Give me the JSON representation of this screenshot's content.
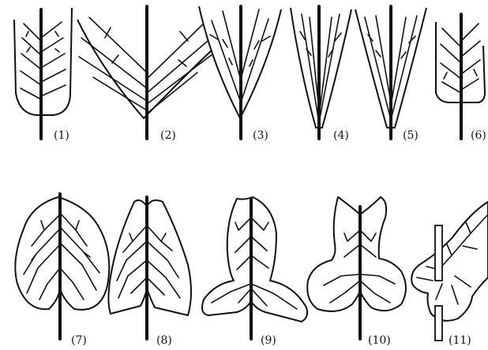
{
  "labels": [
    "(1)",
    "(2)",
    "(3)",
    "(4)",
    "(5)",
    "(6)",
    "(7)",
    "(8)",
    "(9)",
    "(10)",
    "(11)"
  ],
  "ink_color": "#111111",
  "background_color": "#ffffff"
}
